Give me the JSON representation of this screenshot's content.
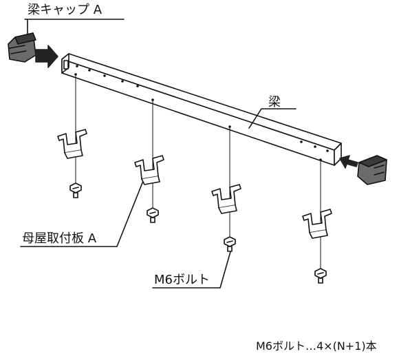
{
  "labels": {
    "beam_cap": "梁キャップ A",
    "beam": "梁",
    "purlin_bracket": "母屋取付板 A",
    "bolt": "M6ボルト",
    "quantity_note": "M6ボルト…4×(N+1)本"
  },
  "colors": {
    "line": "#111111",
    "cap_fill": "#6b6b6b",
    "cap_shadow": "#3a3a3a"
  }
}
